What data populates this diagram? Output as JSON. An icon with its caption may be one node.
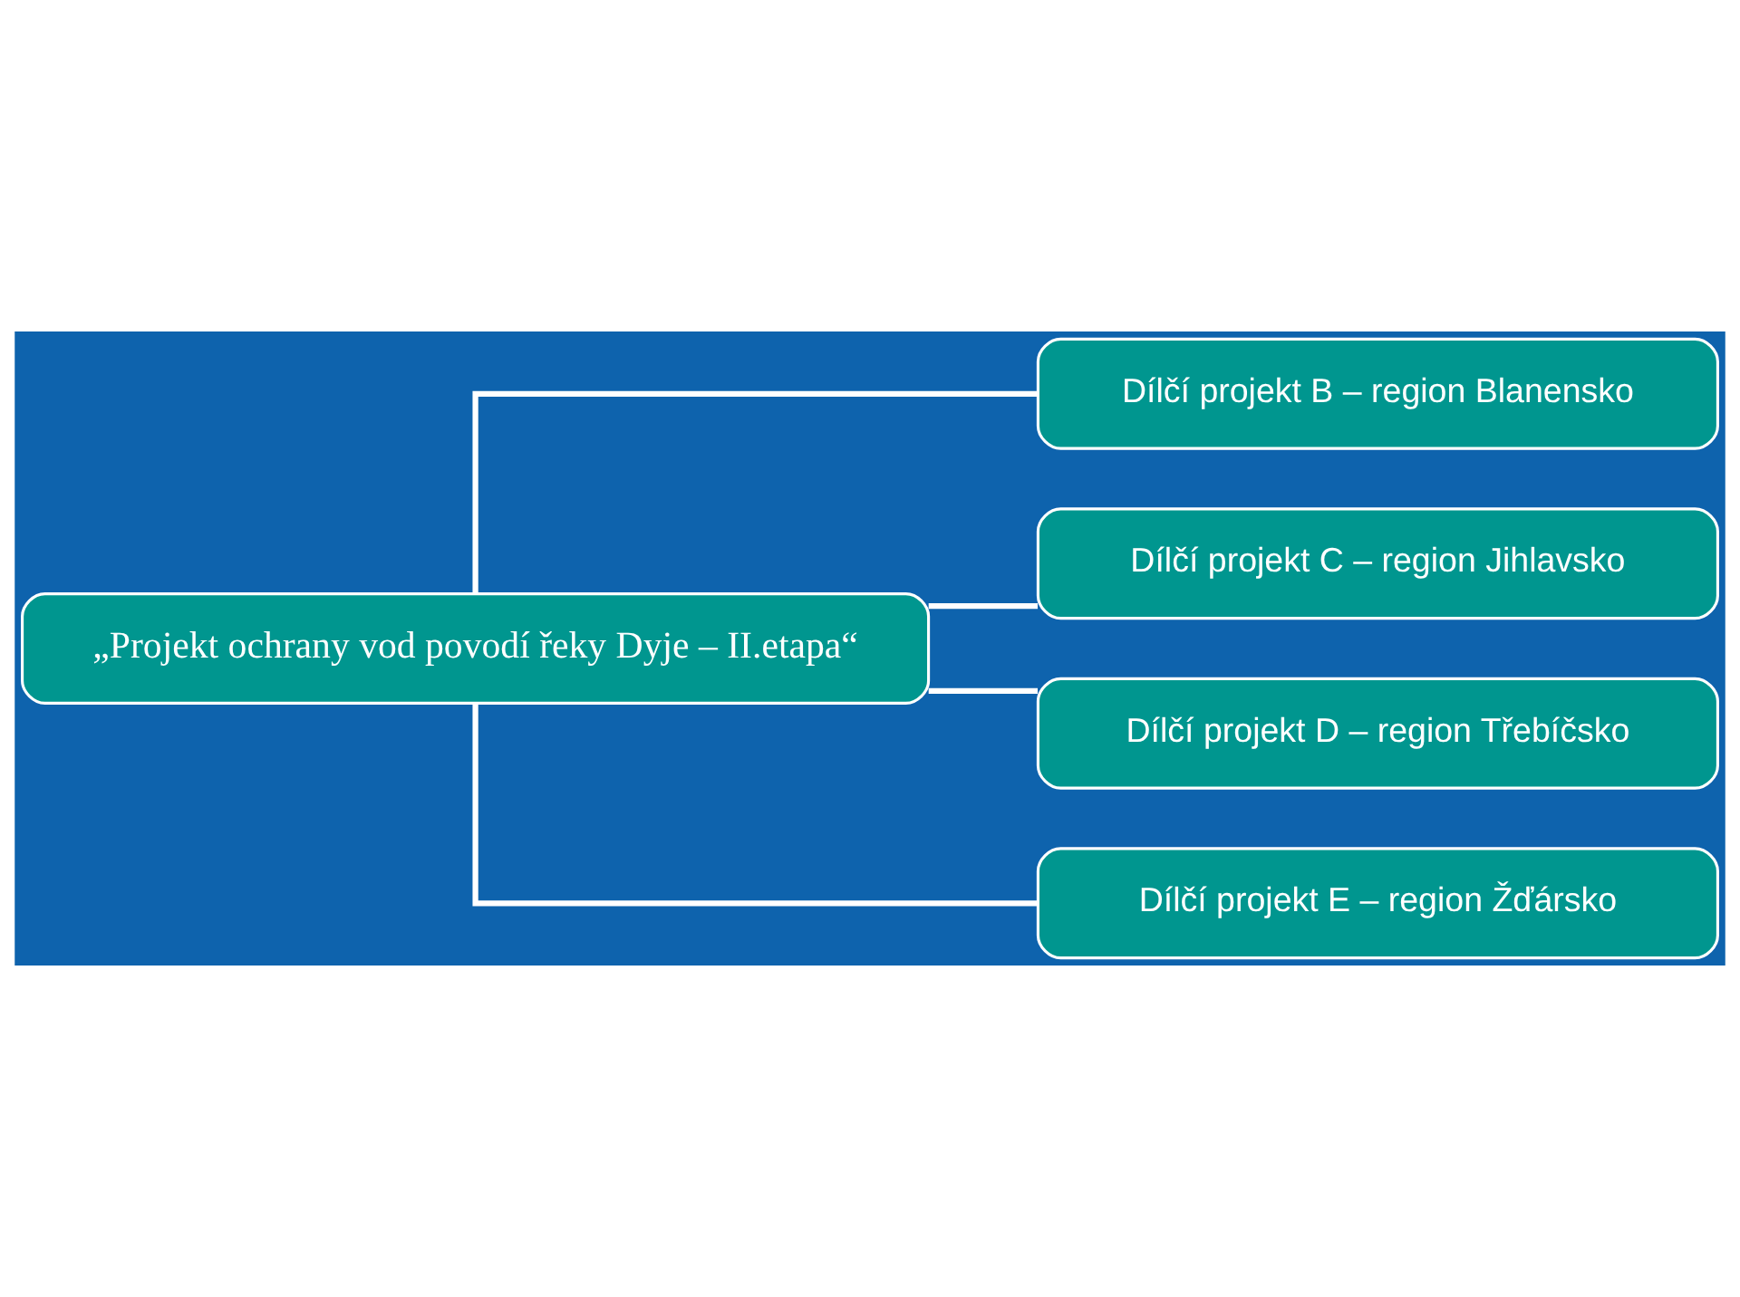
{
  "diagram": {
    "nodes": [
      {
        "text": [
          "„Projekt ochrany vod povodí řeky Dyje – II.etapa“"
        ]
      },
      {
        "text": [
          "Dílčí projekt B – region Blanensko"
        ]
      },
      {
        "text": [
          "Dílčí projekt C – region Jihlavsko"
        ]
      },
      {
        "text": [
          "Dílčí projekt D – region Třebíčsko"
        ]
      },
      {
        "text": [
          "Dílčí projekt E – region Žďársko"
        ]
      }
    ],
    "edges": [
      {
        "from": 0,
        "to": 1,
        "arrow": "none"
      },
      {
        "from": 0,
        "to": 2,
        "arrow": "none"
      },
      {
        "from": 0,
        "to": 3,
        "arrow": "none"
      },
      {
        "from": 0,
        "to": 4,
        "arrow": "none"
      }
    ]
  }
}
